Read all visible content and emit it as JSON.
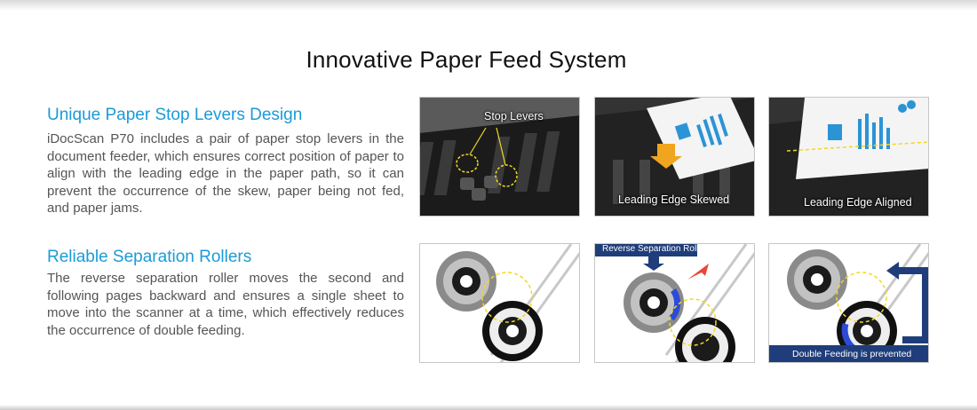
{
  "page_title": "Innovative Paper Feed System",
  "sections": [
    {
      "heading": "Unique Paper Stop Levers Design",
      "body": "iDocScan P70 includes a pair of paper stop levers in the document feeder, which ensures correct position of paper to align with the leading edge in the paper path, so it can prevent the occurrence of the skew, paper being not fed, and paper jams."
    },
    {
      "heading": "Reliable Separation Rollers",
      "body": "The reverse separation roller moves the second and following pages backward and ensures a single sheet to move into the scanner at a time, which effectively reduces the occurrence of double feeding."
    }
  ],
  "images": {
    "stop_levers": {
      "caption": "Stop Levers"
    },
    "skewed": {
      "caption": "Leading Edge Skewed"
    },
    "aligned": {
      "caption": "Leading Edge Aligned"
    },
    "reverse_roller": {
      "caption": "Reverse Separation Roller"
    },
    "prevented": {
      "caption": "Double Feeding is prevented"
    }
  },
  "colors": {
    "accent_blue": "#1a9bd7",
    "banner_navy": "#1f3d7a",
    "highlight_yellow": "#f2d81e",
    "arrow_orange": "#f0a51e"
  }
}
